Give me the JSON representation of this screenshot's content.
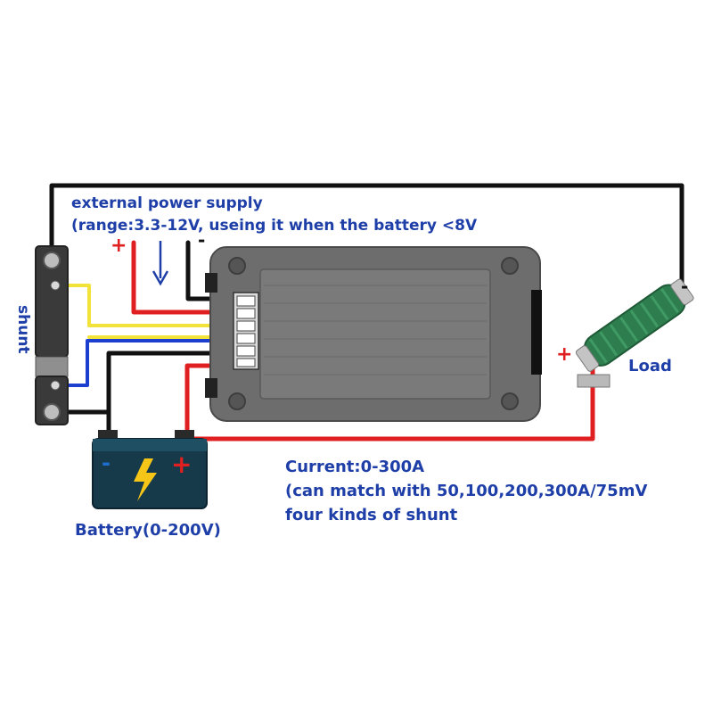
{
  "labels": {
    "ext_line1": "external power supply",
    "ext_line2": "(range:3.3-12V, useing it when the battery <8V",
    "ext_plus": "+",
    "ext_minus": "-",
    "shunt": "shunt",
    "load": "Load",
    "load_plus": "+",
    "load_minus": "-",
    "current_line1": "Current:0-300A",
    "current_line2": "(can match with 50,100,200,300A/75mV",
    "current_line3": "four kinds of shunt",
    "battery": "Battery(0-200V)",
    "battery_minus": "-",
    "battery_plus": "+"
  },
  "colors": {
    "label_text": "#1f3fa8",
    "wire_red": "#e02020",
    "wire_black": "#111111",
    "wire_yellow": "#f2e33a",
    "wire_blue": "#1c3fd0",
    "meter_body": "#6d6d6d",
    "resistor": "#2e7d4f",
    "battery_body": "#163a4a"
  }
}
